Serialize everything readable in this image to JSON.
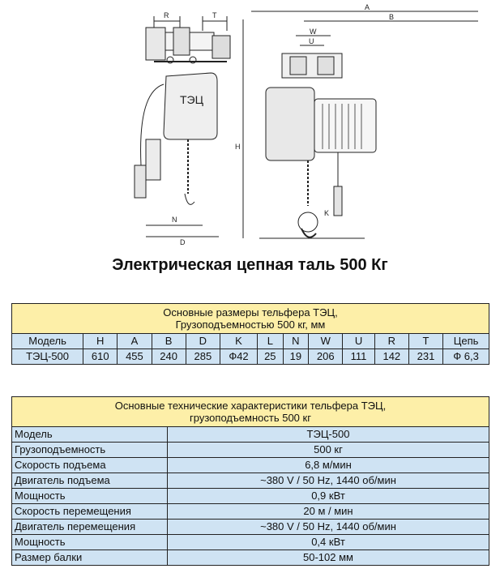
{
  "drawing": {
    "dim_labels": [
      "R",
      "T",
      "A",
      "B",
      "W",
      "U",
      "H",
      "N",
      "D",
      "K"
    ],
    "body_text": "ТЭЦ"
  },
  "title": "Электрическая цепная таль 500 Кг",
  "dimensions_table": {
    "header_line1": "Основные размеры тельфера ТЭЦ,",
    "header_line2": "Грузоподъемностью 500 кг, мм",
    "columns": [
      "Модель",
      "H",
      "A",
      "B",
      "D",
      "K",
      "L",
      "N",
      "W",
      "U",
      "R",
      "T",
      "Цепь"
    ],
    "row": [
      "ТЭЦ-500",
      "610",
      "455",
      "240",
      "285",
      "Ф42",
      "25",
      "19",
      "206",
      "111",
      "142",
      "231",
      "Ф 6,3"
    ]
  },
  "specs_table": {
    "header_line1": "Основные технические характеристики тельфера ТЭЦ,",
    "header_line2": "грузоподъемность 500 кг",
    "rows": [
      {
        "label": "Модель",
        "value": "ТЭЦ-500"
      },
      {
        "label": "Грузоподъемность",
        "value": "500 кг"
      },
      {
        "label": "Скорость подъема",
        "value": "6,8 м/мин"
      },
      {
        "label": "Двигатель подъема",
        "value": "~380 V / 50 Hz, 1440 об/мин"
      },
      {
        "label": "Мощность",
        "value": "0,9 кВт"
      },
      {
        "label": "Скорость перемещения",
        "value": "20 м / мин"
      },
      {
        "label": "Двигатель перемещения",
        "value": "~380 V / 50 Hz, 1440 об/мин"
      },
      {
        "label": "Мощность",
        "value": "0,4 кВт"
      },
      {
        "label": "Размер балки",
        "value": "50-102 мм"
      }
    ]
  }
}
